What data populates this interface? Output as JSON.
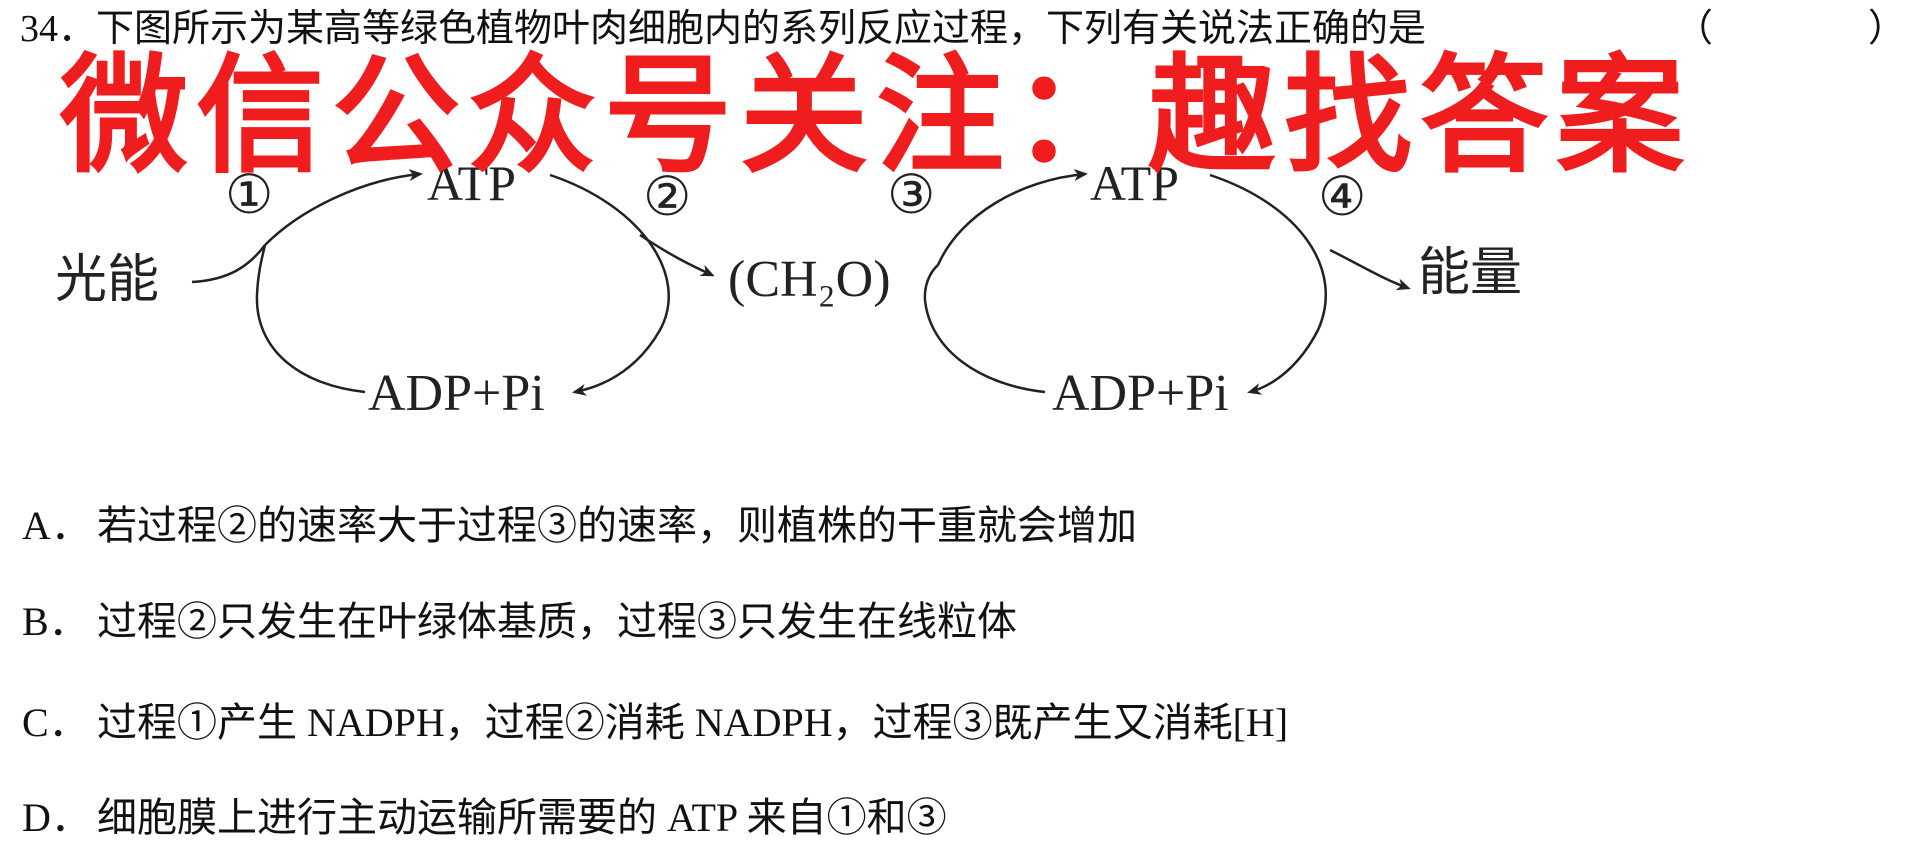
{
  "question": {
    "number": "34．",
    "text": "下图所示为某高等绿色植物叶肉细胞内的系列反应过程，下列有关说法正确的是",
    "paren_open": "（",
    "paren_close": "）"
  },
  "watermark": "微信公众号关注：趣找答案",
  "diagram": {
    "light_energy": "光能",
    "atp_left": "ATP",
    "adp_left": "ADP+Pi",
    "ch2o": "(CH₂O)",
    "atp_right": "ATP",
    "adp_right": "ADP+Pi",
    "energy": "能量",
    "step1": "①",
    "step2": "②",
    "step3": "③",
    "step4": "④"
  },
  "options": [
    {
      "letter": "A．",
      "text": "若过程②的速率大于过程③的速率，则植株的干重就会增加"
    },
    {
      "letter": "B．",
      "text": "过程②只发生在叶绿体基质，过程③只发生在线粒体"
    },
    {
      "letter": "C．",
      "text": "过程①产生 NADPH，过程②消耗 NADPH，过程③既产生又消耗[H]"
    },
    {
      "letter": "D．",
      "text": "细胞膜上进行主动运输所需要的 ATP 来自①和③"
    }
  ]
}
